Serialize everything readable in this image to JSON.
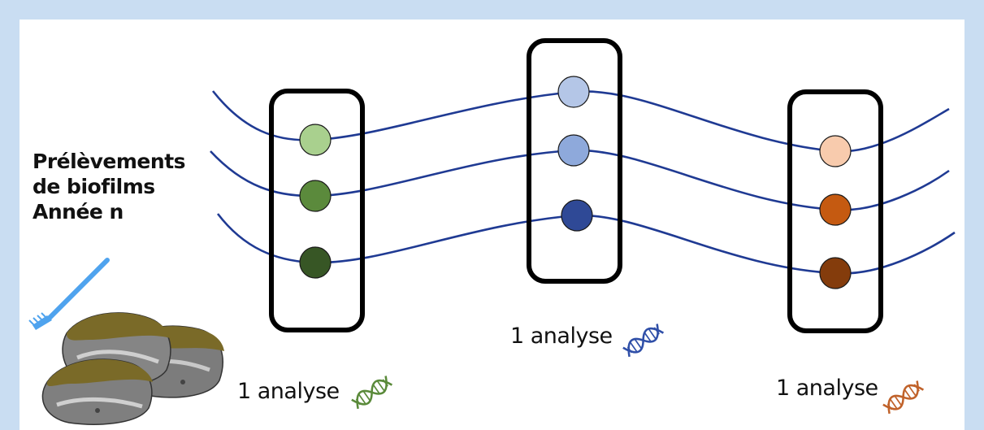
{
  "title": {
    "line1": "Prélèvements",
    "line2": "de biofilms",
    "line3": "Année n"
  },
  "groups": [
    {
      "analysis_label": "1 analyse",
      "dna_icon_color": "#5a8a3a",
      "circle_colors": [
        "#a9d08e",
        "#5b8a3c",
        "#375625"
      ]
    },
    {
      "analysis_label": "1 analyse",
      "dna_icon_color": "#2f4fa8",
      "circle_colors": [
        "#b4c6e7",
        "#8ea9db",
        "#2f4996"
      ]
    },
    {
      "analysis_label": "1 analyse",
      "dna_icon_color": "#c0622a",
      "circle_colors": [
        "#f8cbad",
        "#c55a11",
        "#843c0c"
      ]
    }
  ],
  "colors": {
    "background": "#c9ddf2",
    "line": "#1f3a93",
    "box_stroke": "#000000",
    "brush": "#4fa3ee"
  }
}
